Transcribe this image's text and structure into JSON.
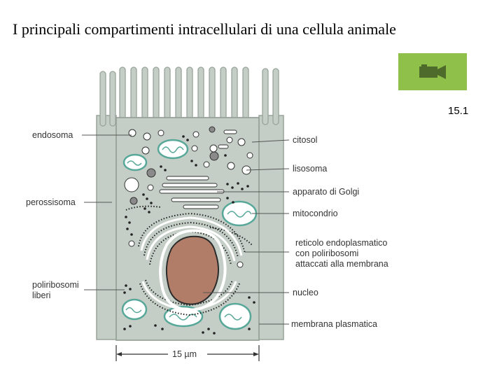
{
  "title": "I principali compartimenti intracellulari di una cellula animale",
  "figure_number": "15.1",
  "video_button": {
    "icon": "video-camera-icon",
    "color": "#8fc04a"
  },
  "labels": {
    "endosoma": "endosoma",
    "perossisoma": "perossisoma",
    "poliribosomi": "poliribosomi\nliberi",
    "citosol": "citosol",
    "lisosoma": "lisosoma",
    "golgi": "apparato di Golgi",
    "mitocondrio": "mitocondrio",
    "reticolo": "reticolo endoplasmatico\ncon poliribosomi\nattaccati alla membrana",
    "nucleo": "nucleo",
    "membrana": "membrana plasmatica"
  },
  "scale_bar": "15 µm",
  "colors": {
    "cell": "#c4cec6",
    "cell_outline": "#98a49a",
    "nucleus": "#b27d68",
    "mitochondria": "#58a89a"
  }
}
